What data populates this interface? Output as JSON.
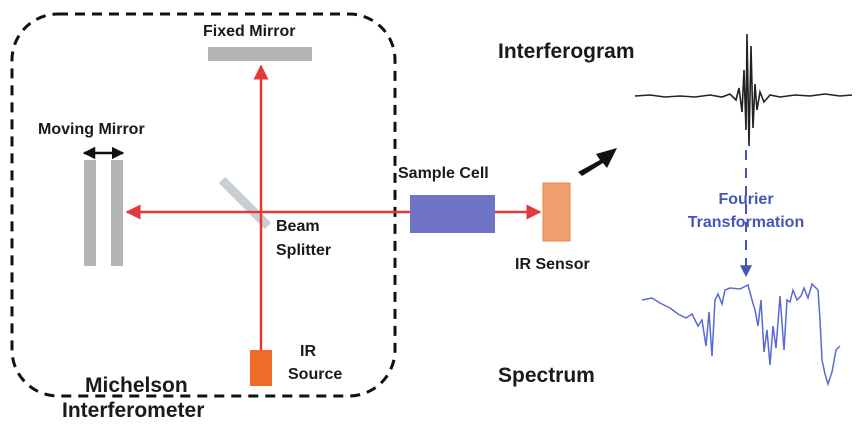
{
  "diagram": {
    "labels": {
      "fixed_mirror": "Fixed Mirror",
      "moving_mirror": "Moving Mirror",
      "beam_splitter_line1": "Beam",
      "beam_splitter_line2": "Splitter",
      "sample_cell": "Sample Cell",
      "ir_sensor": "IR Sensor",
      "ir_source_line1": "IR",
      "ir_source_line2": "Source",
      "michelson_line1": "Michelson",
      "michelson_line2": "Interferometer",
      "interferogram": "Interferogram",
      "fourier_line1": "Fourier",
      "fourier_line2": "Transformation",
      "spectrum": "Spectrum"
    },
    "colors": {
      "beam": "#e23a3a",
      "mirror": "#b4b4b4",
      "sample_cell": "#6f74c6",
      "ir_sensor": "#f0a070",
      "ir_source": "#f06a28",
      "trace_interferogram": "#222222",
      "trace_spectrum": "#5a6ad0",
      "fourier_text": "#4457b8"
    }
  }
}
